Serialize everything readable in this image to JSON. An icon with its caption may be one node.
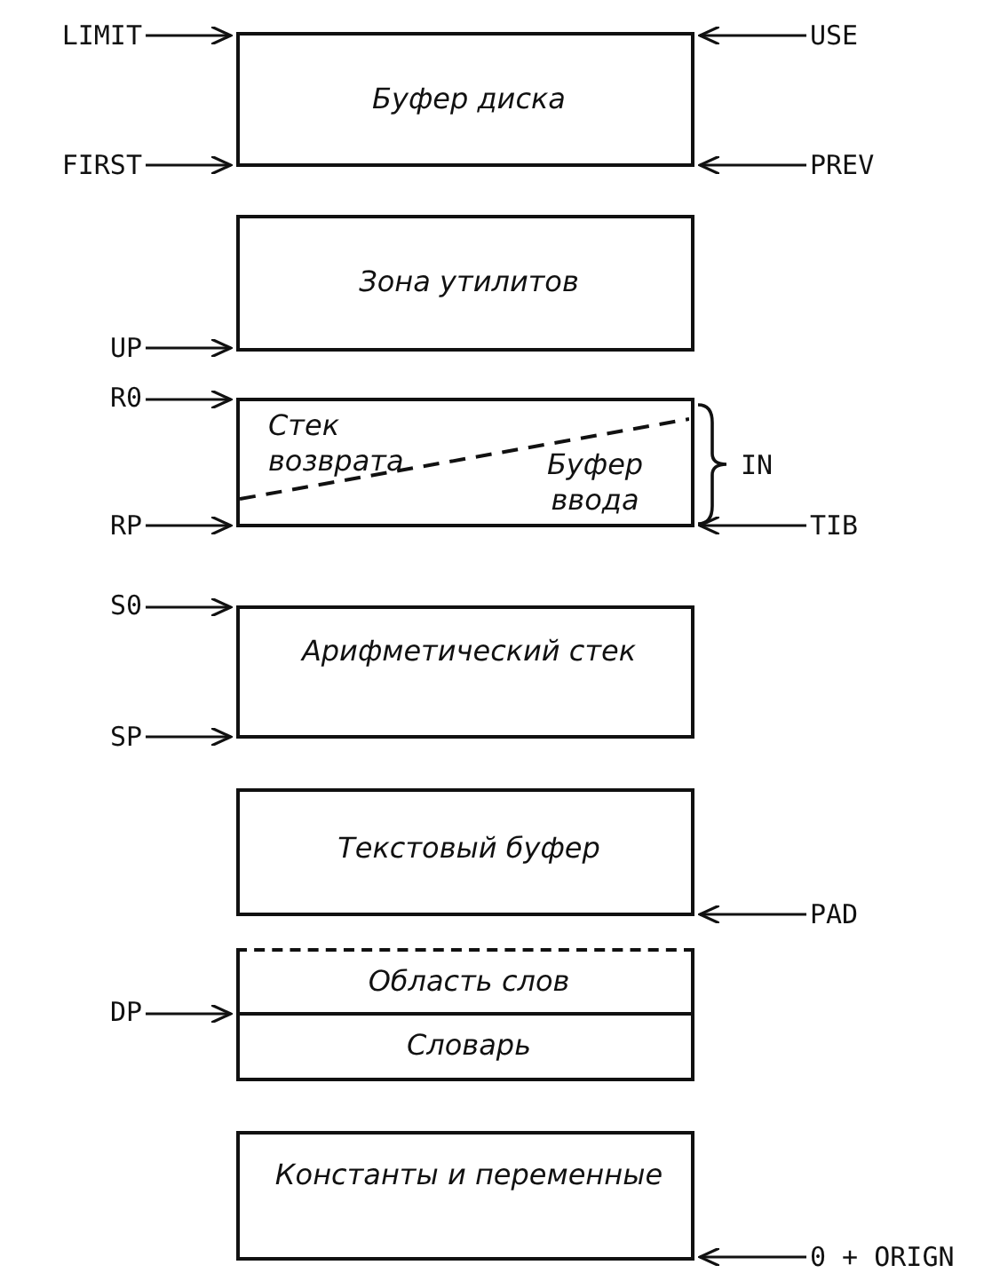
{
  "diagram": {
    "nodes": [
      {
        "text": [
          "LIMIT"
        ]
      },
      {
        "text": [
          "Буфер диска"
        ]
      },
      {
        "text": [
          "USE"
        ]
      },
      {
        "text": [
          "FIRST"
        ]
      },
      {
        "text": [
          "PREV"
        ]
      },
      {
        "text": [
          "Зона утилитов"
        ]
      },
      {
        "text": [
          "UP"
        ]
      },
      {
        "text": [
          "R0"
        ]
      },
      {
        "text": [
          "Стек возврата",
          "Буфер ввода"
        ],
        "beside": [
          "IN"
        ]
      },
      {
        "text": [
          "RP"
        ]
      },
      {
        "text": [
          "TIB"
        ]
      },
      {
        "text": [
          "S0"
        ]
      },
      {
        "text": [
          "Арифметический стек"
        ]
      },
      {
        "text": [
          "SP"
        ]
      },
      {
        "text": [
          "Текстовый буфер"
        ]
      },
      {
        "text": [
          "PAD"
        ]
      },
      {
        "text": [
          "Область слов"
        ]
      },
      {
        "text": [
          "DP"
        ]
      },
      {
        "text": [
          "Словарь"
        ]
      },
      {
        "text": [
          "Константы и переменные"
        ]
      },
      {
        "text": [
          "0 + ORIGN"
        ]
      }
    ],
    "edges": [
      {
        "from": 0,
        "to": 1,
        "arrow": "to"
      },
      {
        "from": 2,
        "to": 1,
        "arrow": "to"
      },
      {
        "from": 3,
        "to": 1,
        "arrow": "to"
      },
      {
        "from": 4,
        "to": 1,
        "arrow": "to"
      },
      {
        "from": 6,
        "to": 5,
        "arrow": "to"
      },
      {
        "from": 7,
        "to": 8,
        "arrow": "to"
      },
      {
        "from": 9,
        "to": 8,
        "arrow": "to"
      },
      {
        "from": 10,
        "to": 8,
        "arrow": "to"
      },
      {
        "from": 11,
        "to": 12,
        "arrow": "to"
      },
      {
        "from": 13,
        "to": 12,
        "arrow": "to"
      },
      {
        "from": 15,
        "to": 14,
        "arrow": "to"
      },
      {
        "from": 17,
        "to": 18,
        "arrow": "to"
      },
      {
        "from": 20,
        "to": 19,
        "arrow": "to"
      }
    ]
  }
}
